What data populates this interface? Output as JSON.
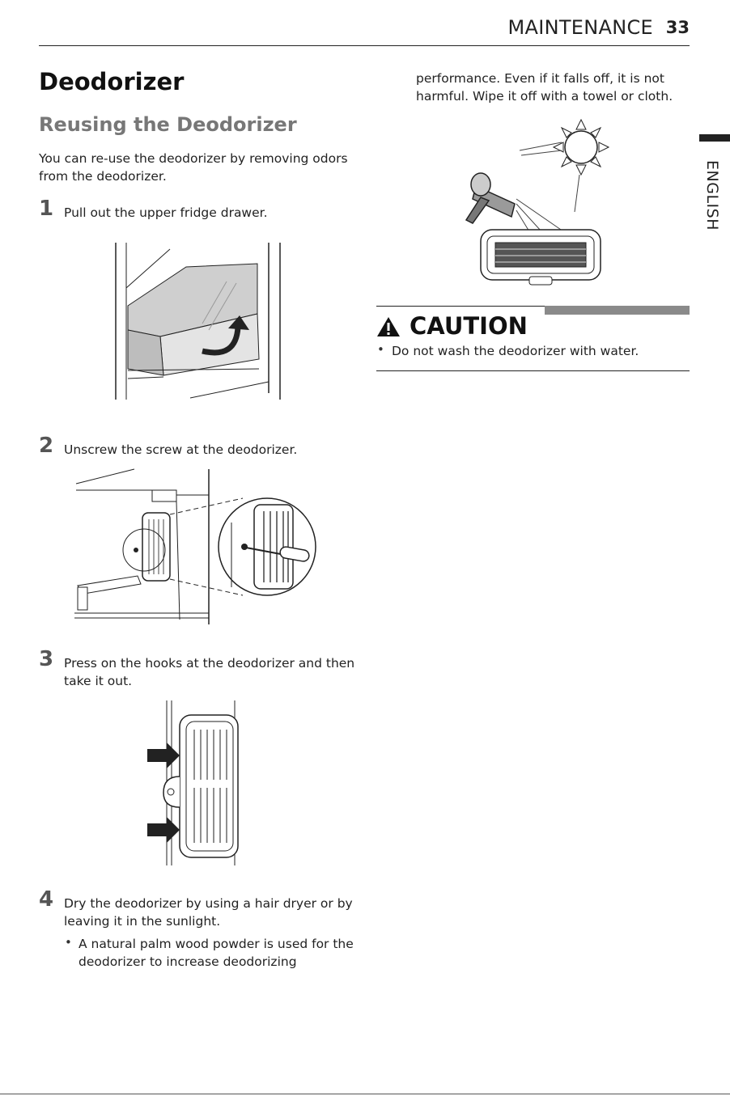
{
  "header": {
    "section": "MAINTENANCE",
    "page_number": "33"
  },
  "side_tab": {
    "language": "ENGLISH"
  },
  "title": "Deodorizer",
  "subtitle": "Reusing the Deodorizer",
  "intro": [
    "You can re-use the deodorizer by removing odors",
    "from the deodorizer."
  ],
  "steps": [
    {
      "number": "1",
      "lines": [
        "Pull out the upper fridge drawer."
      ]
    },
    {
      "number": "2",
      "lines": [
        "Unscrew the screw at the deodorizer."
      ]
    },
    {
      "number": "3",
      "lines": [
        "Press on the hooks at the deodorizer and then",
        "take it out."
      ]
    },
    {
      "number": "4",
      "lines": [
        "Dry the deodorizer by using a hair dryer or by",
        "leaving it in the sunlight."
      ]
    }
  ],
  "step4_bullet": {
    "symbol": "•",
    "lines_left": [
      "A natural palm wood powder is used for the",
      "deodorizer to increase deodorizing"
    ],
    "lines_right": [
      "performance. Even if it falls off, it is not",
      "harmful. Wipe it off with a towel or cloth."
    ]
  },
  "caution": {
    "title": "CAUTION",
    "bullet": "•",
    "text": "Do not wash the deodorizer with water."
  }
}
